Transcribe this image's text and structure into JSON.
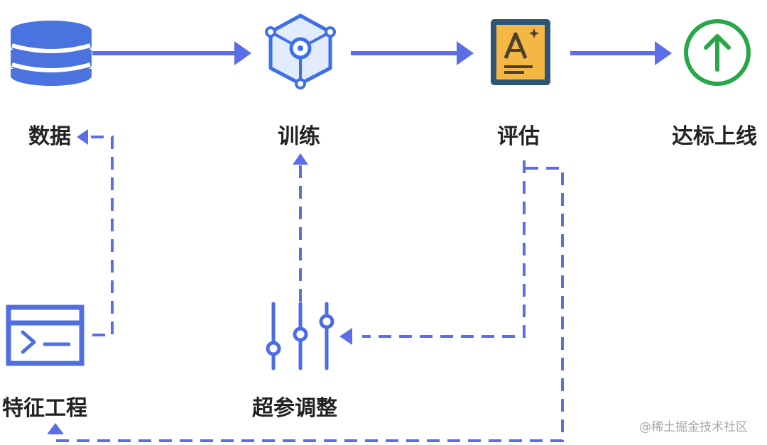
{
  "nodes": {
    "data": {
      "label": "数据",
      "icon": "database-icon"
    },
    "training": {
      "label": "训练",
      "icon": "model-cube-icon"
    },
    "evaluation": {
      "label": "评估",
      "icon": "document-edit-icon"
    },
    "deploy": {
      "label": "达标上线",
      "icon": "arrow-up-circle-icon"
    },
    "feature_engineering": {
      "label": "特征工程",
      "icon": "terminal-icon"
    },
    "hyperparameter_tuning": {
      "label": "超参调整",
      "icon": "sliders-icon"
    }
  },
  "watermark": "@稀土掘金技术社区",
  "colors": {
    "arrow": "#5b6ee8",
    "database": "#4a73e0",
    "cube": "#3d6fe8",
    "cube_fill": "#e3ecff",
    "doc_border": "#2f5574",
    "doc_fill": "#f5b743",
    "doc_stroke": "#4a4030",
    "success": "#27a745",
    "terminal": "#4f6fe0",
    "sliders": "#4a6de6",
    "label": "#222222",
    "watermark": "#a7a7a7"
  }
}
